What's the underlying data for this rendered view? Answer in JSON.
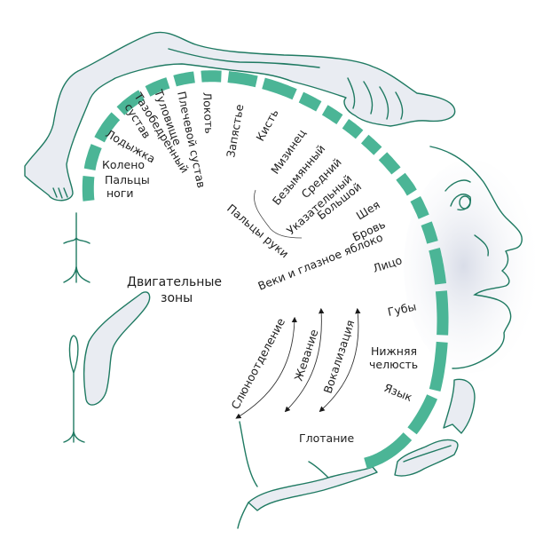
{
  "colors": {
    "segment": "#4bb596",
    "outline": "#1f7a62",
    "body_fill": "#e9ecf2",
    "text": "#1e1e1e"
  },
  "title": {
    "line1": "Двигательные",
    "line2": "зоны"
  },
  "segments_order": [
    "Пальцы ноги",
    "Колено",
    "Лодыжка",
    "Тазобедренный сустав",
    "Туловище",
    "Плечевой сустав",
    "Локоть",
    "Запястье",
    "Кисть",
    "Мизинец",
    "Безымянный",
    "Средний",
    "Указательный",
    "Большой",
    "Шея",
    "Бровь",
    "Веки и глазное яблоко",
    "Лицо",
    "Губы",
    "Нижняя челюсть",
    "Язык",
    "Глотание"
  ],
  "labels": {
    "toes_1": "Пальцы",
    "toes_2": "ноги",
    "knee": "Колено",
    "ankle": "Лодыжка",
    "hip_1": "Тазобедренный",
    "hip_2": "сустав",
    "trunk": "Туловище",
    "shoulder": "Плечевой сустав",
    "elbow": "Локоть",
    "wrist": "Запястье",
    "hand": "Кисть",
    "little": "Мизинец",
    "ring": "Безымянный",
    "middle": "Средний",
    "index": "Указательный",
    "thumb": "Большой",
    "fingers": "Пальцы руки",
    "neck": "Шея",
    "brow": "Бровь",
    "eyelids": "Веки и глазное яблоко",
    "face": "Лицо",
    "lips": "Губы",
    "jaw_1": "Нижняя",
    "jaw_2": "челюсть",
    "tongue": "Язык",
    "swallowing": "Глотание",
    "salivation": "Слюноотделение",
    "chewing": "Жевание",
    "vocalization": "Вокализация"
  }
}
